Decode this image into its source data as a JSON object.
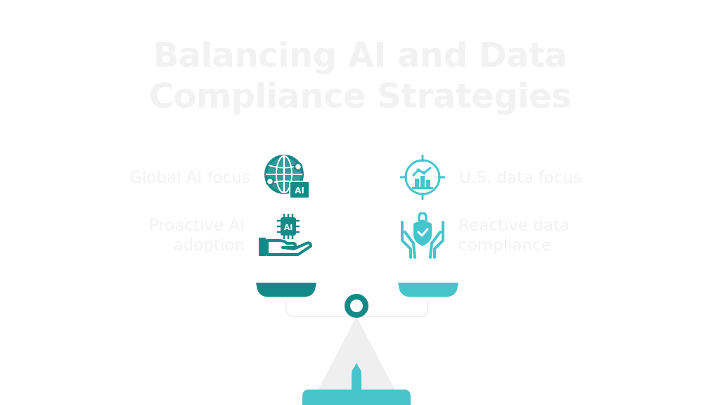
{
  "title": {
    "line1": "Balancing AI and Data",
    "line2": "Compliance Strategies"
  },
  "left": {
    "item1": {
      "label": "Global AI focus",
      "icon": "globe-ai-icon",
      "badge": "AI"
    },
    "item2": {
      "label_line1": "Proactive AI",
      "label_line2": "adoption",
      "icon": "hand-ai-chip-icon",
      "badge": "AI"
    }
  },
  "right": {
    "item1": {
      "label": "U.S. data focus",
      "icon": "target-chart-icon"
    },
    "item2": {
      "label_line1": "Reactive data",
      "label_line2": "compliance",
      "icon": "hands-shield-lock-icon"
    }
  },
  "colors": {
    "dark_teal": "#138a88",
    "light_teal": "#45c4cb",
    "text": "#f2f2f2",
    "stand": "#efefef"
  }
}
